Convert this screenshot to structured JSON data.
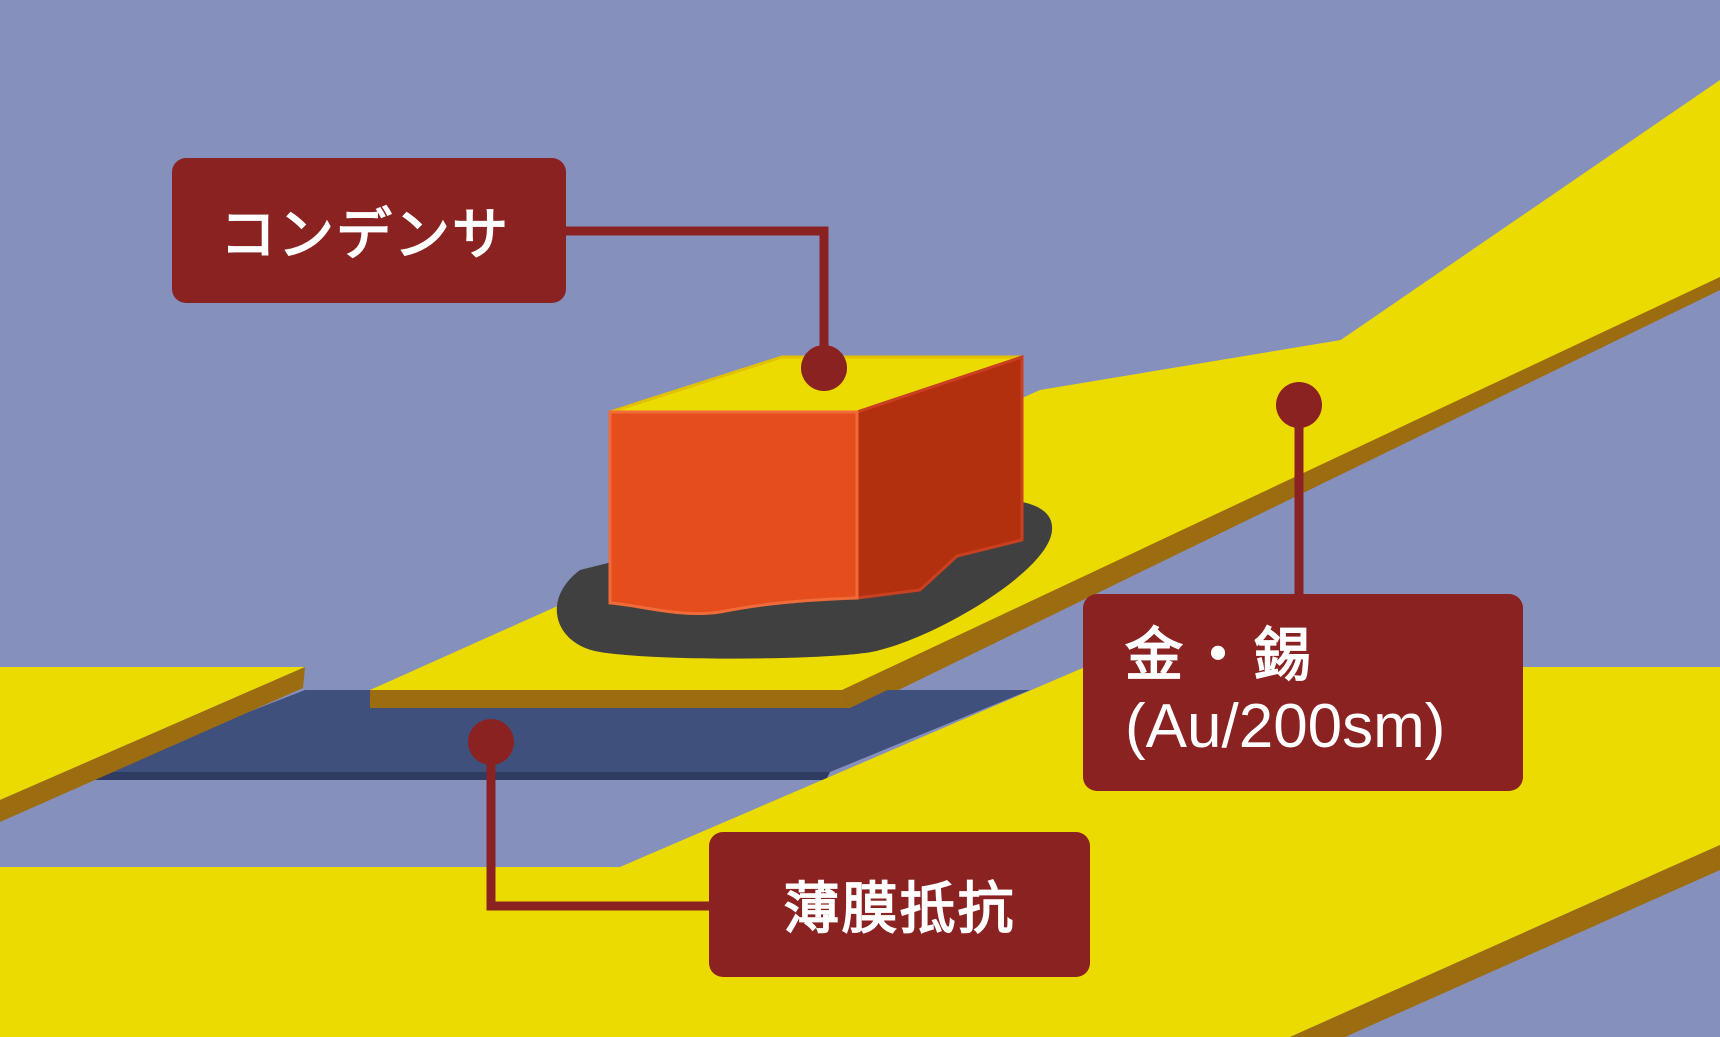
{
  "labels": {
    "capacitor": "コンデンサ",
    "metal_line1": "金・錫",
    "metal_line2": "(Au/200sm)",
    "thin_film": "薄膜抵抗"
  },
  "colors": {
    "background": "#8690bd",
    "gold": "#ecdb00",
    "gold_edge": "#9c6c10",
    "resistor_film": "#40507c",
    "solder": "#404040",
    "capacitor_front": "#e64d1c",
    "capacitor_side": "#b3300e",
    "label_fill": "#8b2222"
  }
}
